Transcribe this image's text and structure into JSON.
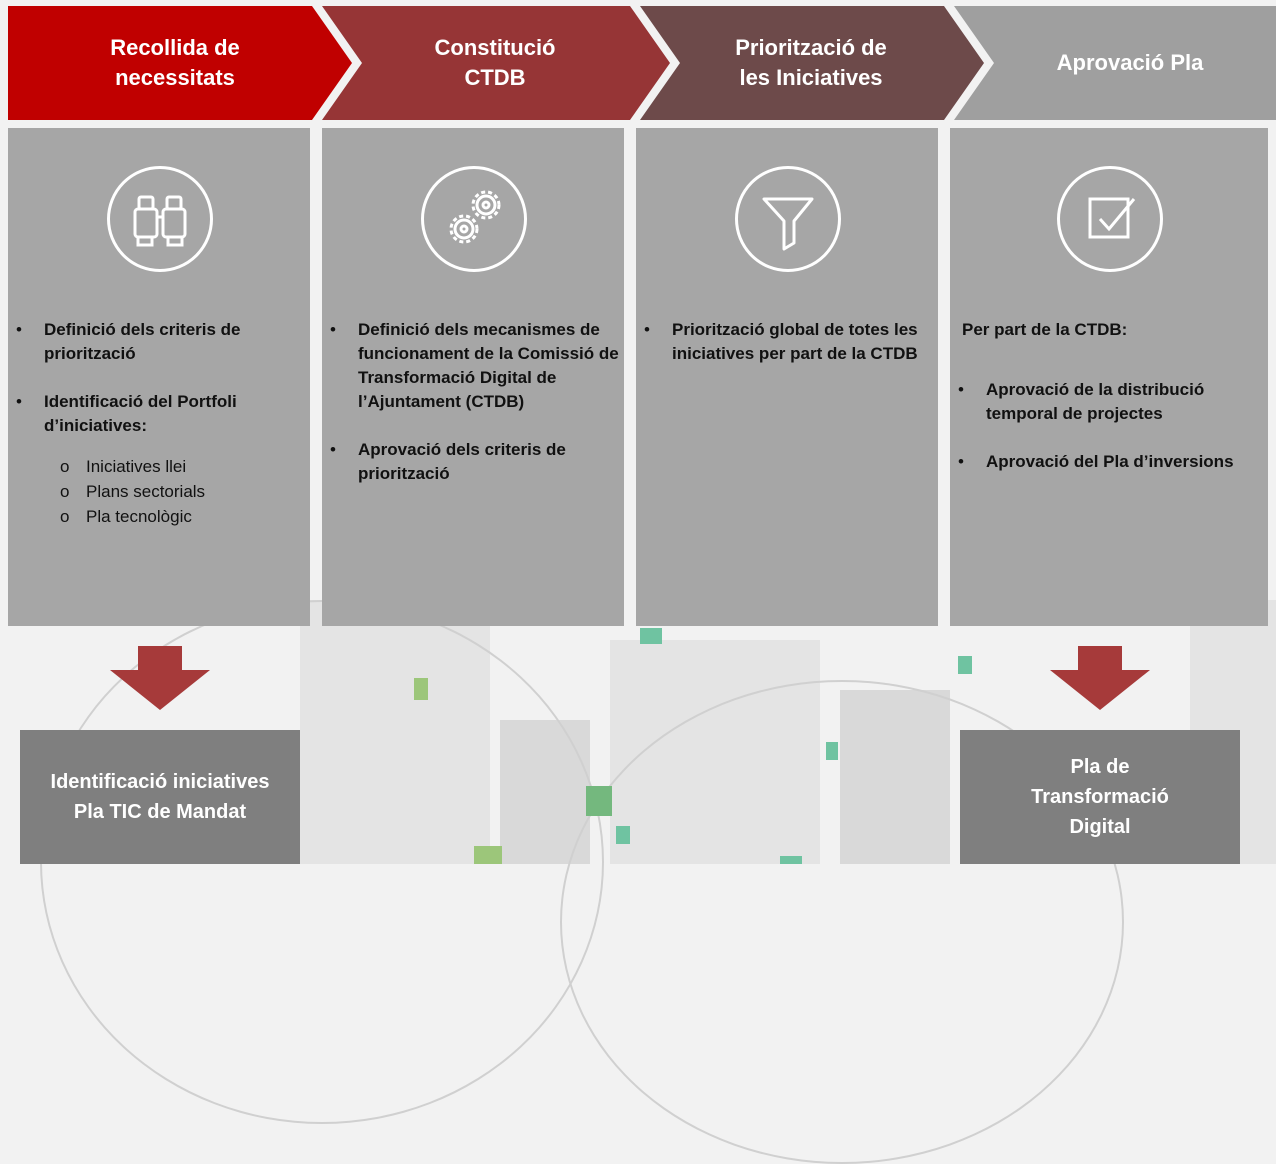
{
  "steps": [
    {
      "title_line1": "Recollida de",
      "title_line2": "necessitats",
      "color": "#c00000",
      "icon": "binoculars-icon"
    },
    {
      "title_line1": "Constitució",
      "title_line2": "CTDB",
      "color": "#963536",
      "icon": "gears-icon"
    },
    {
      "title_line1": "Priorització de",
      "title_line2": "les Iniciatives",
      "color": "#6d4a4a",
      "icon": "funnel-icon"
    },
    {
      "title_line1": "Aprovació Pla",
      "title_line2": "",
      "color": "#9f9f9f",
      "icon": "checkbox-icon"
    }
  ],
  "columns": {
    "c1": {
      "bullet1": "Definició dels criteris de priorització",
      "bullet2": "Identificació del Portfoli d’iniciatives:",
      "sub": [
        "Iniciatives llei",
        "Plans sectorials",
        "Pla tecnològic"
      ]
    },
    "c2": {
      "bullet1": "Definició dels mecanismes de funcionament de la Comissió de Transformació Digital de l’Ajuntament (CTDB)",
      "bullet2": "Aprovació dels criteris de priorització"
    },
    "c3": {
      "bullet1": "Priorització global de totes les iniciatives per part de la CTDB"
    },
    "c4": {
      "heading": "Per part de la CTDB:",
      "bullet1": "Aprovació de la distribució temporal de projectes",
      "bullet2": "Aprovació del Pla d’inversions"
    }
  },
  "bullet_char": "•",
  "sub_bullet_char": "o",
  "outputs": {
    "left": "Identificació iniciatives Pla TIC de Mandat",
    "right": "Pla de Transformació Digital"
  },
  "colors": {
    "panel": "#a6a6a6",
    "result_box": "#7f7f7f",
    "arrow": "#a63a3a"
  }
}
